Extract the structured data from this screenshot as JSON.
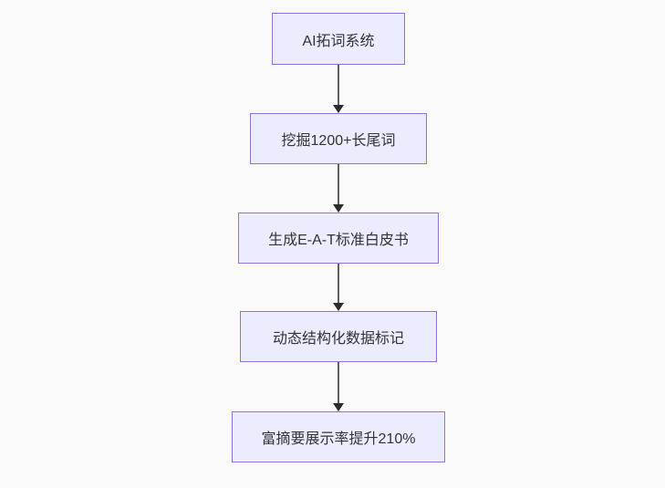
{
  "diagram": {
    "type": "flowchart",
    "direction": "top-down",
    "nodes": [
      {
        "id": "n1",
        "label": "AI拓词系统"
      },
      {
        "id": "n2",
        "label": "挖掘1200+长尾词"
      },
      {
        "id": "n3",
        "label": "生成E-A-T标准白皮书"
      },
      {
        "id": "n4",
        "label": "动态结构化数据标记"
      },
      {
        "id": "n5",
        "label": "富摘要展示率提升210%"
      }
    ],
    "edges": [
      {
        "from": "n1",
        "to": "n2",
        "style": "arrow-down"
      },
      {
        "from": "n2",
        "to": "n3",
        "style": "arrow-down"
      },
      {
        "from": "n3",
        "to": "n4",
        "style": "arrow-down"
      },
      {
        "from": "n4",
        "to": "n5",
        "style": "arrow-down"
      }
    ],
    "colors": {
      "background": "#fafafa",
      "node_fill": "#ececff",
      "node_border": "#9370db",
      "edge_line": "#616161",
      "arrowhead": "#2b2b2b",
      "text": "#333333"
    }
  }
}
